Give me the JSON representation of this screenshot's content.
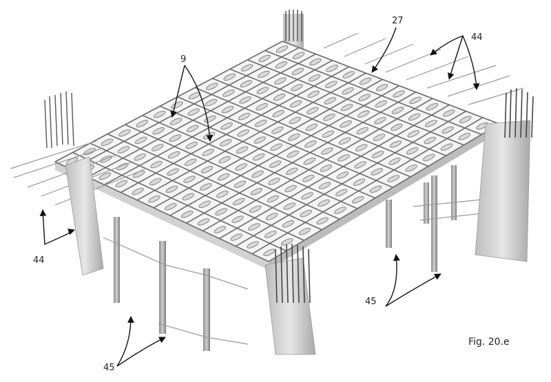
{
  "figure": {
    "caption": "Fig. 20.e",
    "labels": {
      "void_formers": "9",
      "edge_reinforcement": "27",
      "starter_bars_top": "44",
      "starter_bars_left": "44",
      "props_right": "45",
      "props_bottom": "45"
    }
  },
  "colors": {
    "ink": "#111111",
    "concrete": "#c8c8c8",
    "rebar": "#6a6a6a"
  }
}
